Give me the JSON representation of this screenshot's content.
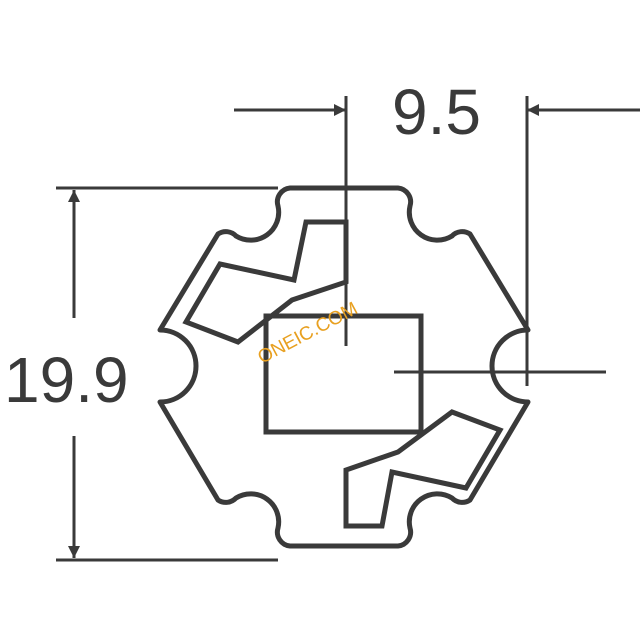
{
  "drawing": {
    "dimensions": {
      "width_label": "9.5",
      "height_label": "19.9"
    },
    "watermark": "ONEIC.COM",
    "colors": {
      "line": "#3a3a3a",
      "watermark": "#e8a020",
      "background": "#ffffff"
    }
  }
}
